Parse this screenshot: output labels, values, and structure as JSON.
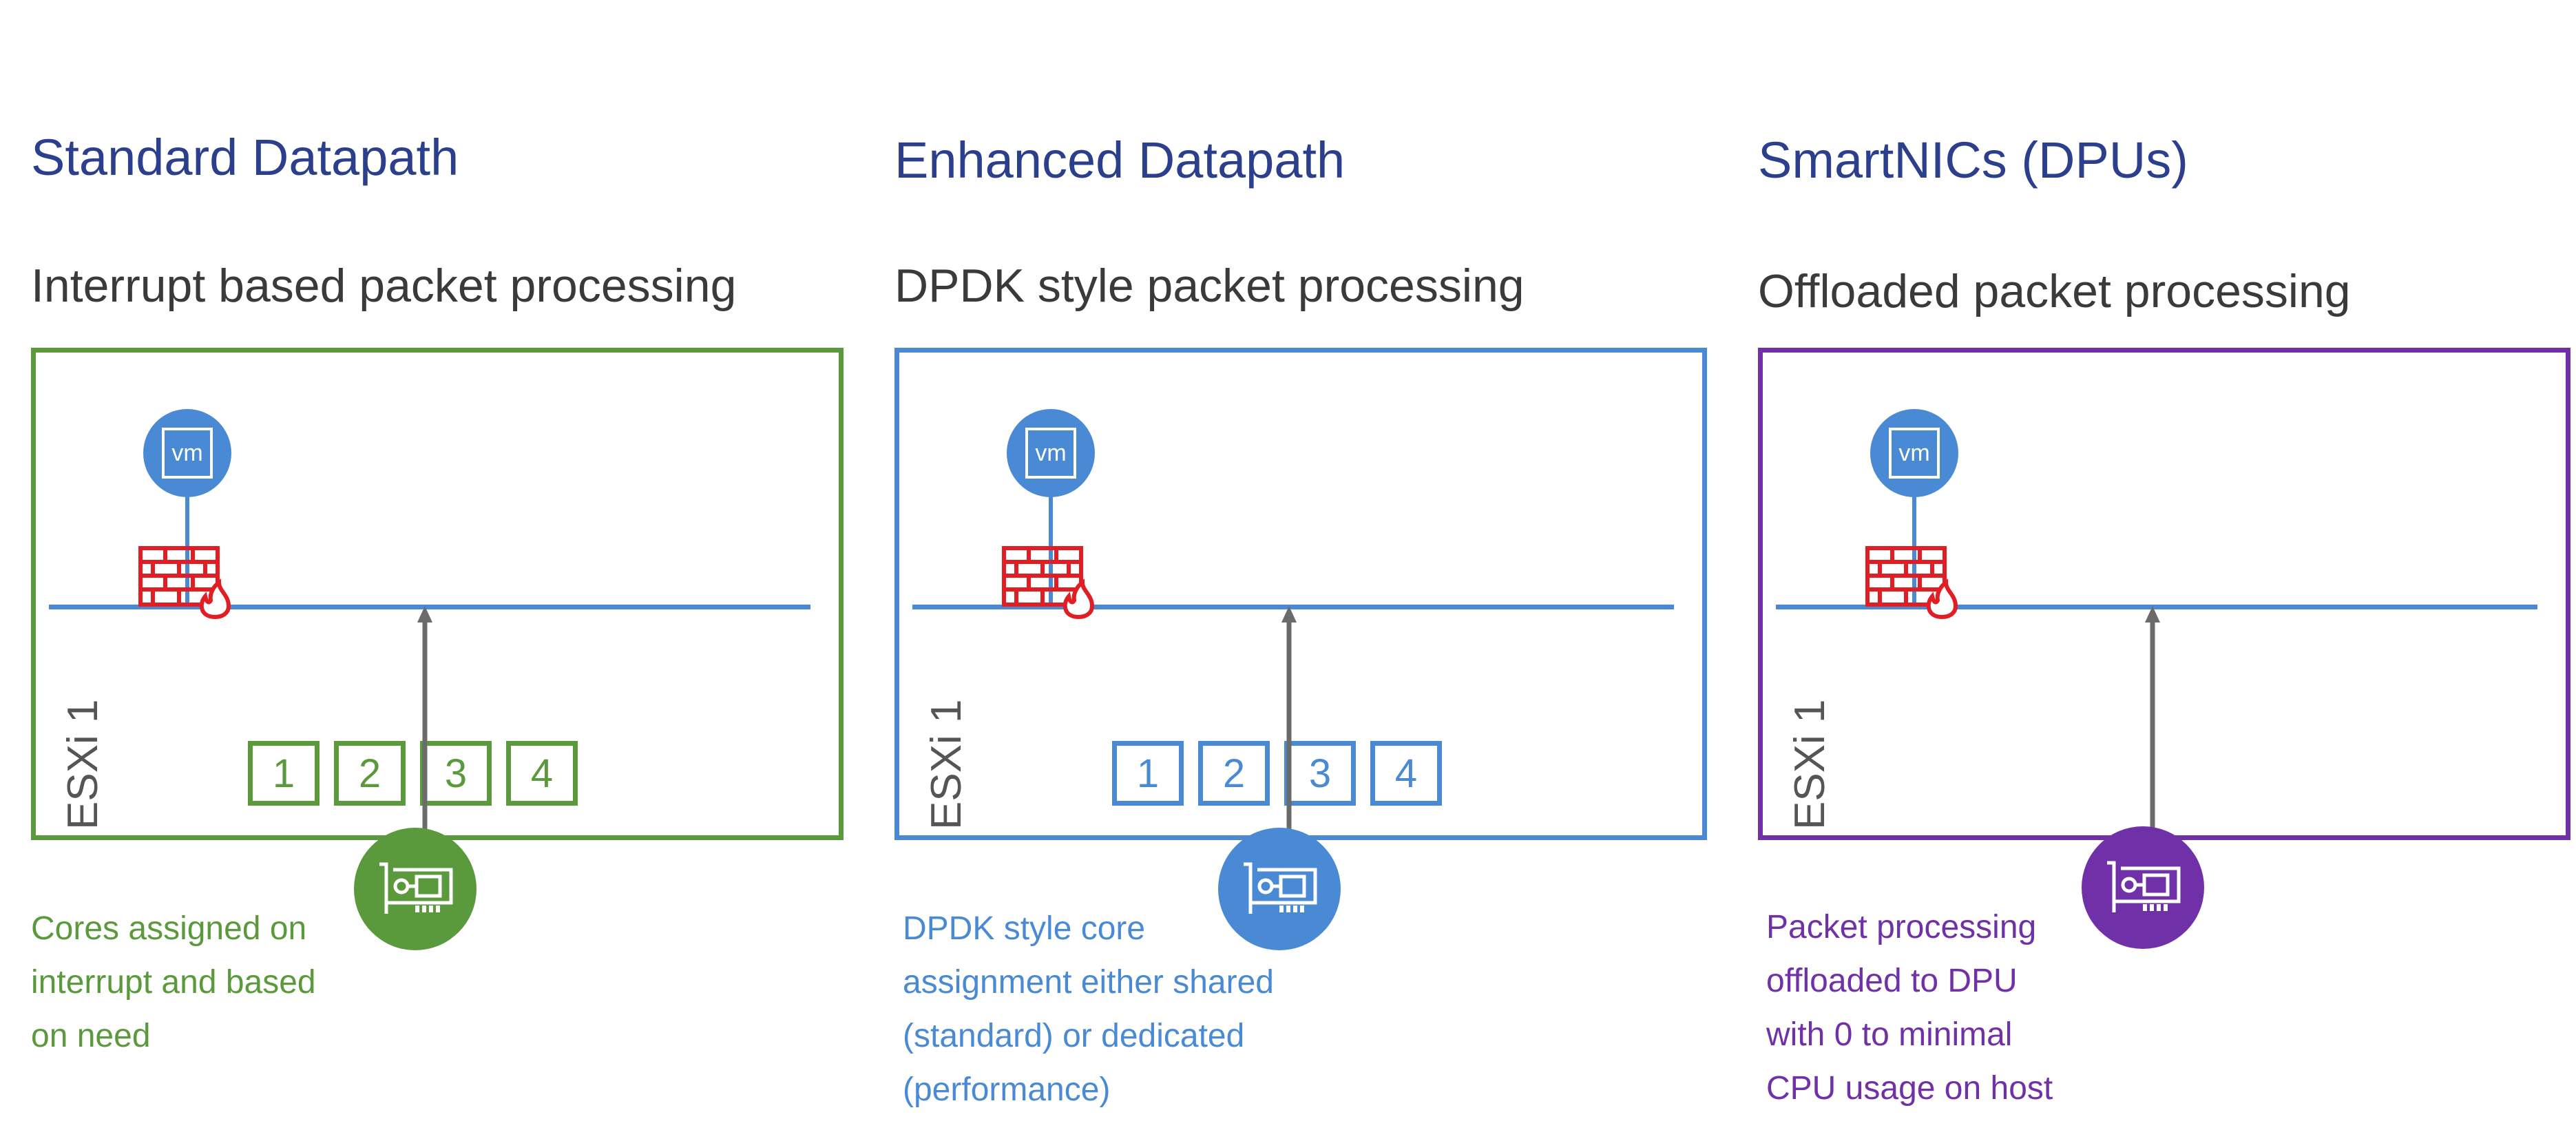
{
  "colors": {
    "title": "#2b3f8c",
    "subtitle": "#3a3a3a",
    "switch_line": "#4a8ad4",
    "arrow": "#6b6b6b",
    "firewall": "#e01e24"
  },
  "panels": [
    {
      "title": "Standard Datapath",
      "subtitle": "Interrupt based packet processing",
      "accent": "#5a9a3c",
      "host_label": "ESXi 1",
      "vm_label": "vm",
      "cores": [
        "1",
        "2",
        "3",
        "4"
      ],
      "description": [
        "Cores assigned on",
        "interrupt and based",
        "on need"
      ]
    },
    {
      "title": "Enhanced Datapath",
      "subtitle": "DPDK style packet processing",
      "accent": "#4a8ad4",
      "host_label": "ESXi 1",
      "vm_label": "vm",
      "cores": [
        "1",
        "2",
        "3",
        "4"
      ],
      "description": [
        "DPDK style core",
        "assignment either shared",
        "(standard) or dedicated",
        "(performance)"
      ]
    },
    {
      "title": "SmartNICs (DPUs)",
      "subtitle": "Offloaded packet processing",
      "accent": "#7030a8",
      "host_label": "ESXi 1",
      "vm_label": "vm",
      "cores": [],
      "description": [
        "Packet processing",
        "offloaded to DPU",
        "with 0 to minimal",
        "CPU usage on host"
      ]
    }
  ],
  "icons": {
    "vm": "vm-icon",
    "firewall": "firewall-icon",
    "nic": "network-card-icon"
  }
}
